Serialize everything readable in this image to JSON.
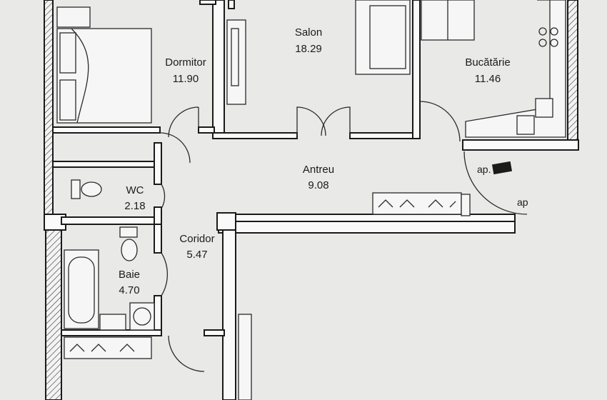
{
  "rooms": [
    {
      "name": "Salon",
      "area": "18.29"
    },
    {
      "name": "Dormitor",
      "area": "11.90"
    },
    {
      "name": "Bucătărie",
      "area": "11.46"
    },
    {
      "name": "Antreu",
      "area": "9.08"
    },
    {
      "name": "WC",
      "area": "2.18"
    },
    {
      "name": "Coridor",
      "area": "5.47"
    },
    {
      "name": "Baie",
      "area": "4.70"
    }
  ],
  "labels": {
    "apartment_tag": "ap.",
    "neighbor_tag": "ap"
  },
  "colors": {
    "paper": "#e9e9e7",
    "wall_outline": "#1a1a1a",
    "wall_fill": "#fafafa"
  }
}
